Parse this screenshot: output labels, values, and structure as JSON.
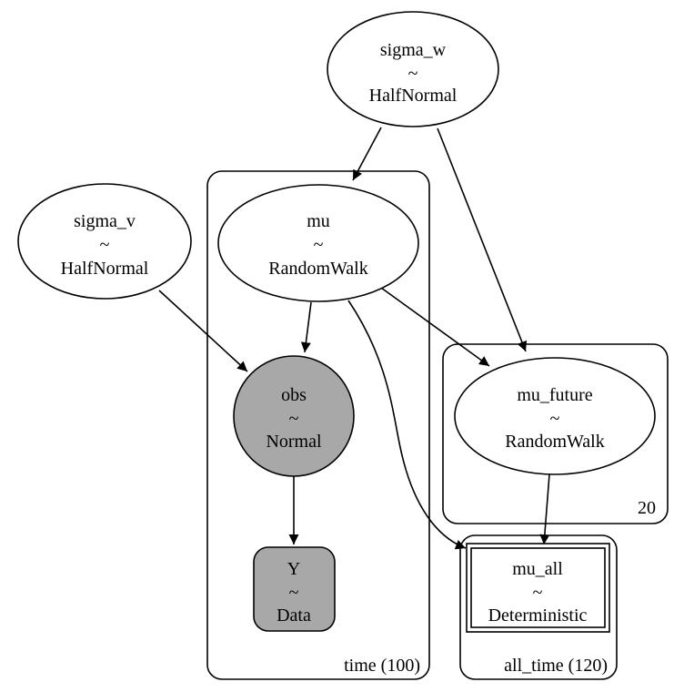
{
  "nodes": {
    "sigma_w": {
      "name": "sigma_w",
      "sep": "~",
      "dist": "HalfNormal"
    },
    "sigma_v": {
      "name": "sigma_v",
      "sep": "~",
      "dist": "HalfNormal"
    },
    "mu": {
      "name": "mu",
      "sep": "~",
      "dist": "RandomWalk"
    },
    "obs": {
      "name": "obs",
      "sep": "~",
      "dist": "Normal"
    },
    "Y": {
      "name": "Y",
      "sep": "~",
      "dist": "Data"
    },
    "mu_future": {
      "name": "mu_future",
      "sep": "~",
      "dist": "RandomWalk"
    },
    "mu_all": {
      "name": "mu_all",
      "sep": "~",
      "dist": "Deterministic"
    }
  },
  "plates": {
    "time": "time (100)",
    "future": "20",
    "all_time": "all_time (120)"
  },
  "edges": [
    {
      "from": "sigma_w",
      "to": "mu"
    },
    {
      "from": "sigma_w",
      "to": "mu_future"
    },
    {
      "from": "sigma_v",
      "to": "obs"
    },
    {
      "from": "mu",
      "to": "obs"
    },
    {
      "from": "mu",
      "to": "mu_future"
    },
    {
      "from": "mu",
      "to": "mu_all"
    },
    {
      "from": "obs",
      "to": "Y"
    },
    {
      "from": "mu_future",
      "to": "mu_all"
    }
  ],
  "colors": {
    "observed_fill": "#a8a8a8",
    "free_fill": "#ffffff",
    "stroke": "#000000"
  }
}
